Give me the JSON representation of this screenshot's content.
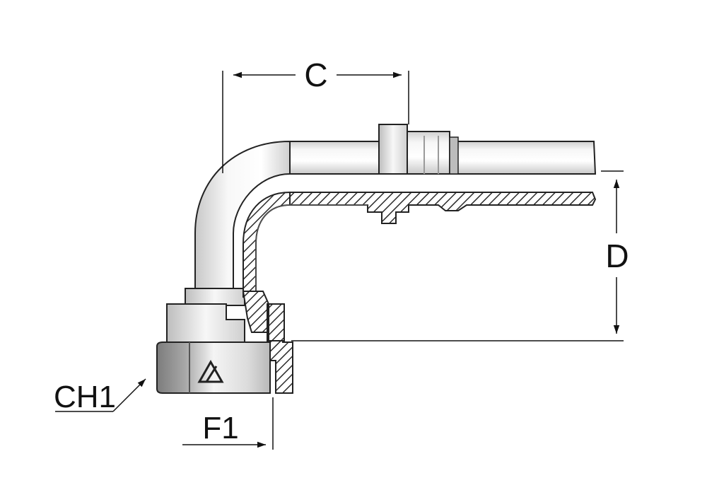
{
  "labels": {
    "c": "C",
    "d": "D",
    "ch1": "CH1",
    "f1": "F1"
  },
  "colors": {
    "line": "#1a1a1a",
    "metal_light": "#f4f4f4",
    "metal_mid": "#d4d4d4",
    "metal_dark": "#8c8c8c",
    "hatch": "#2a2a2a"
  }
}
